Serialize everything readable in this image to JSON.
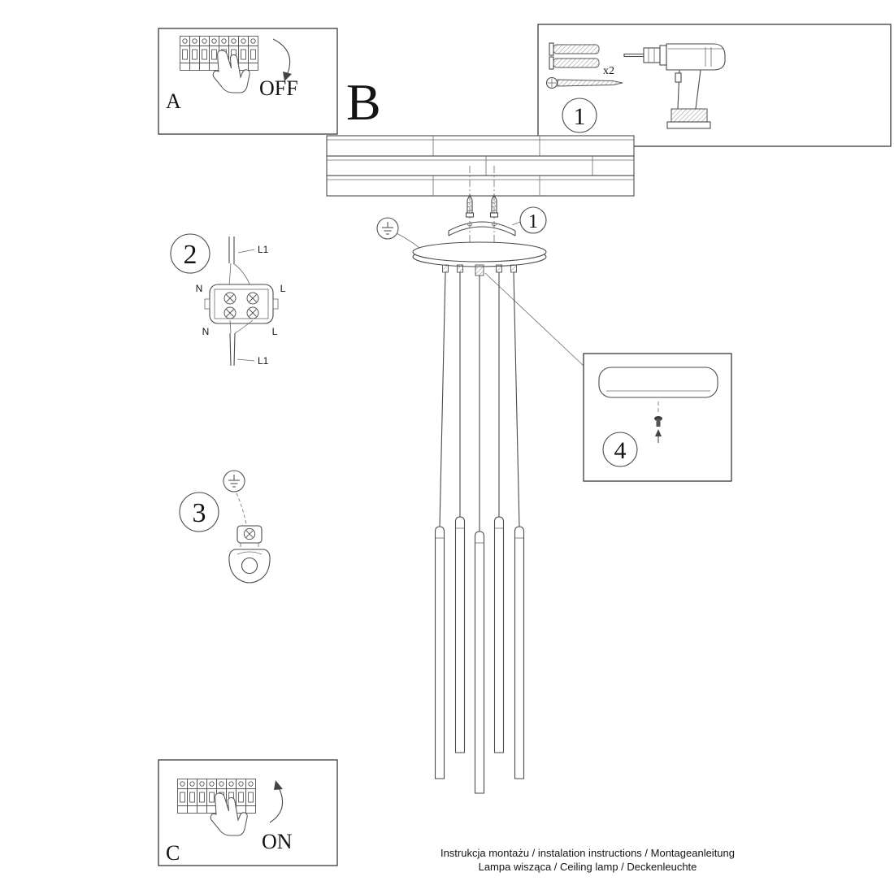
{
  "sheet": {
    "background": "#ffffff",
    "line_color": "#4a4a4a",
    "text_color": "#141414"
  },
  "sections": {
    "a": {
      "label": "A",
      "state": "OFF"
    },
    "b": {
      "label": "B"
    },
    "c": {
      "label": "C",
      "state": "ON"
    },
    "step1": {
      "number": "1",
      "quantity": "x2"
    },
    "step2": {
      "number": "2",
      "labels": {
        "top_wire": "L1",
        "bottom_wire": "L1",
        "neutral_top": "N",
        "live_top": "L",
        "neutral_bottom": "N",
        "live_bottom": "L"
      }
    },
    "step3": {
      "number": "3"
    },
    "step4": {
      "number": "4"
    },
    "mount_callout": {
      "number": "1"
    }
  },
  "footer": {
    "line1": "Instrukcja montażu / instalation instructions / Montageanleitung",
    "line2": "Lampa wisząca / Ceiling lamp / Deckenleuchte"
  }
}
